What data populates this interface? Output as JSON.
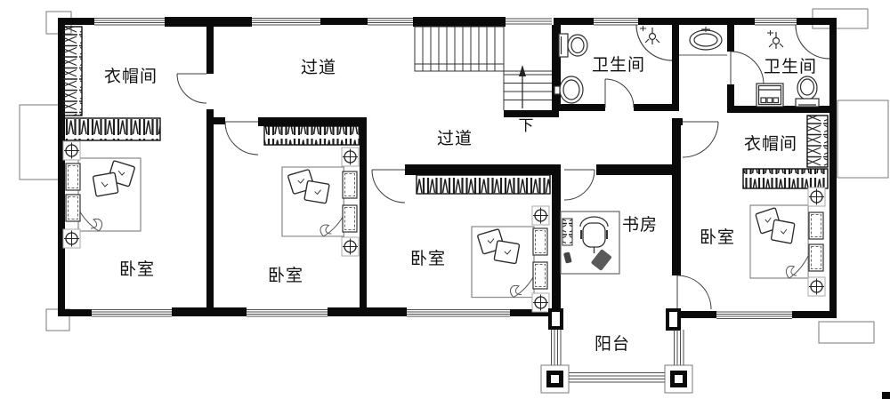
{
  "plan": {
    "rooms": {
      "cloakroom_left": "衣帽间",
      "cloakroom_right": "衣帽间",
      "corridor_top": "过道",
      "corridor_mid": "过道",
      "bathroom_left": "卫生间",
      "bathroom_right": "卫生间",
      "bedroom_far_left": "卧室",
      "bedroom_mid_left": "卧室",
      "bedroom_mid_right": "卧室",
      "bedroom_far_right": "卧室",
      "study": "书房",
      "balcony": "阳台",
      "stairs_down": "下"
    },
    "colors": {
      "wall": "#0a0a0a",
      "thin_line": "#4d4d4d",
      "furniture": "#333333",
      "background": "#ffffff"
    }
  }
}
